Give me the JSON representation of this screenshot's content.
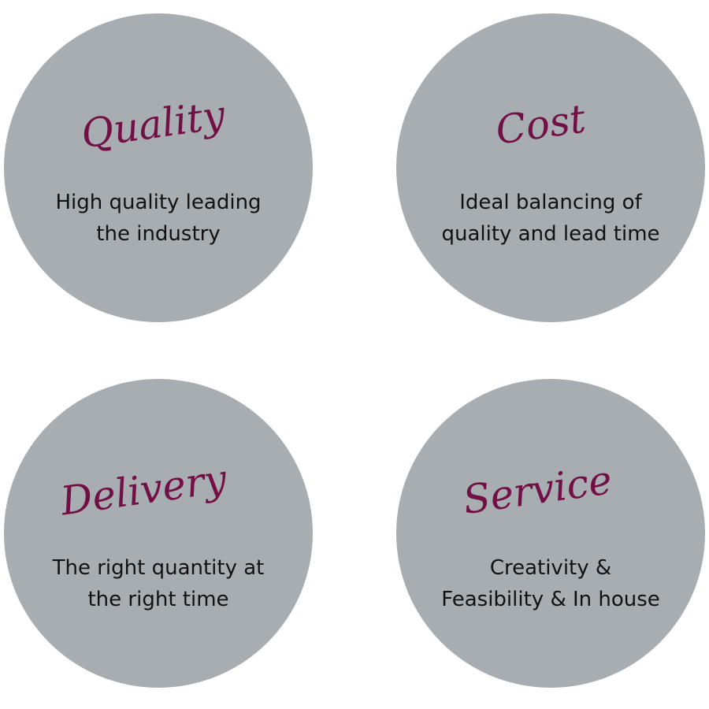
{
  "accent_color": "#720f45",
  "circle_color": "#a8adb1",
  "pillars": [
    {
      "title": "Quality",
      "lines": [
        "High quality leading",
        "the industry"
      ]
    },
    {
      "title": "Cost",
      "lines": [
        "Ideal balancing of",
        "quality and lead time"
      ]
    },
    {
      "title": "Delivery",
      "lines": [
        "The right quantity at",
        "the right time"
      ]
    },
    {
      "title": "Service",
      "lines": [
        "Creativity &",
        "Feasibility & In house"
      ]
    }
  ]
}
